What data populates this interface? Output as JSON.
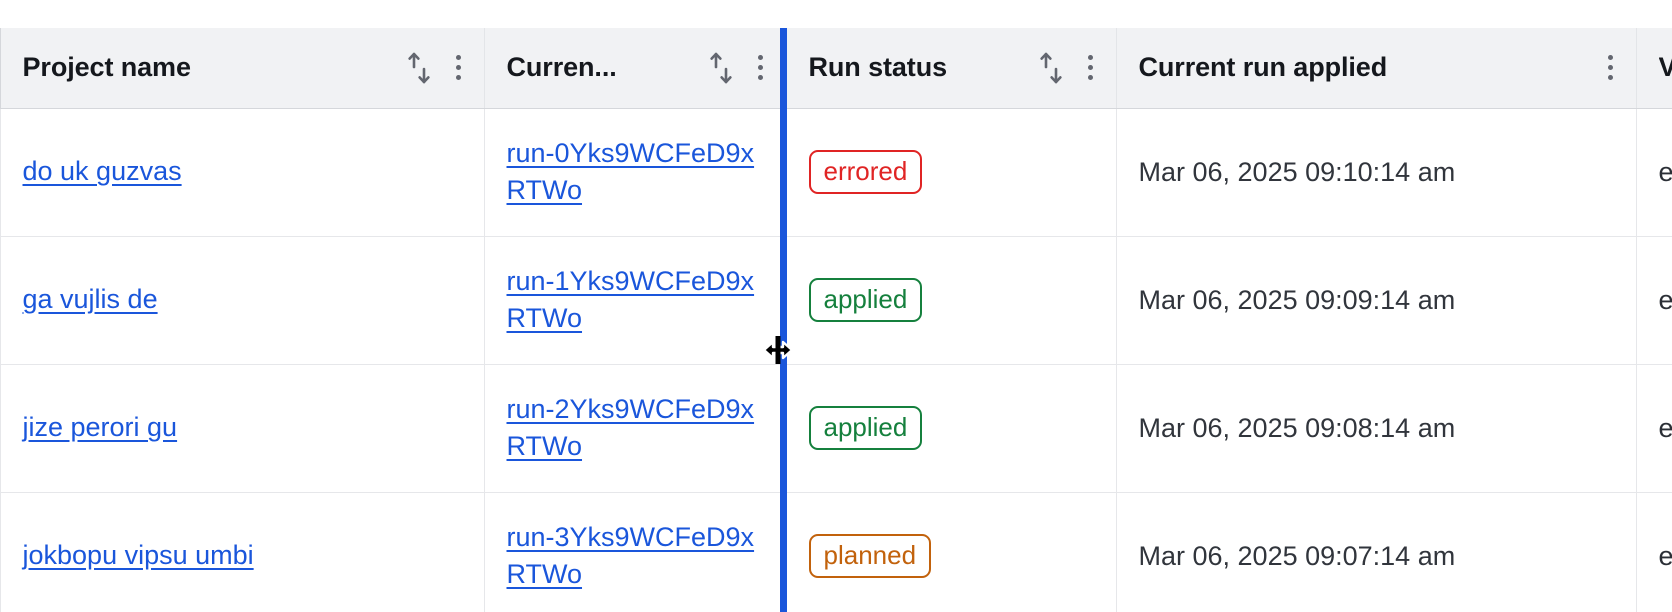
{
  "table": {
    "columns": [
      {
        "key": "selection",
        "label": "",
        "sortable": false,
        "menu": false
      },
      {
        "key": "project_name",
        "label": "Project name",
        "sortable": true,
        "menu": true
      },
      {
        "key": "current_run",
        "label": "Curren...",
        "sortable": true,
        "menu": true
      },
      {
        "key": "run_status",
        "label": "Run status",
        "sortable": true,
        "menu": true
      },
      {
        "key": "current_run_applied",
        "label": "Current run applied",
        "sortable": false,
        "menu": true
      },
      {
        "key": "extra",
        "label": "V",
        "sortable": false,
        "menu": false
      }
    ],
    "rows": [
      {
        "project_name": "do uk guzvas",
        "current_run": "run-0Yks9WCFeD9xRTWo",
        "run_status": "errored",
        "status_kind": "errored",
        "current_run_applied": "Mar 06, 2025 09:10:14 am",
        "extra": "e"
      },
      {
        "project_name": "ga vujlis de",
        "current_run": "run-1Yks9WCFeD9xRTWo",
        "run_status": "applied",
        "status_kind": "applied",
        "current_run_applied": "Mar 06, 2025 09:09:14 am",
        "extra": "e"
      },
      {
        "project_name": "jize perori gu",
        "current_run": "run-2Yks9WCFeD9xRTWo",
        "run_status": "applied",
        "status_kind": "applied",
        "current_run_applied": "Mar 06, 2025 09:08:14 am",
        "extra": "e"
      },
      {
        "project_name": "jokbopu vipsu umbi",
        "current_run": "run-3Yks9WCFeD9xRTWo",
        "run_status": "planned",
        "status_kind": "planned",
        "current_run_applied": "Mar 06, 2025 09:07:14 am",
        "extra": "e"
      }
    ]
  },
  "icons": {
    "sort": "sort-arrows-icon",
    "menu": "kebab-menu-icon",
    "cursor": "column-resize-cursor"
  },
  "colors": {
    "link": "#1a56db",
    "resize_indicator": "#1a56db",
    "header_bg": "#f1f2f4",
    "status_errored": "#e02424",
    "status_applied": "#15803d",
    "status_planned": "#c2620c"
  }
}
